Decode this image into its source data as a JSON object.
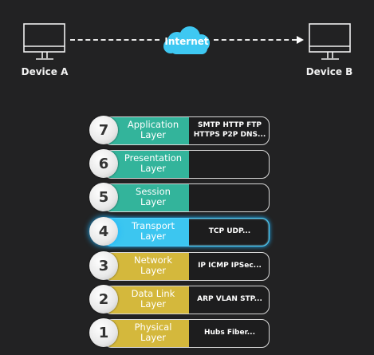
{
  "network": {
    "device_a": "Device A",
    "device_b": "Device B",
    "internet": "Internet"
  },
  "colors": {
    "upper": "#33b49b",
    "transport": "#3cc6f0",
    "lower": "#d4b83c",
    "background": "#222223"
  },
  "layers": [
    {
      "number": "7",
      "name": "Application\nLayer",
      "protocols": "SMTP  HTTP  FTP\nHTTPS  P2P  DNS..."
    },
    {
      "number": "6",
      "name": "Presentation\nLayer",
      "protocols": ""
    },
    {
      "number": "5",
      "name": "Session\nLayer",
      "protocols": ""
    },
    {
      "number": "4",
      "name": "Transport\nLayer",
      "protocols": "TCP UDP..."
    },
    {
      "number": "3",
      "name": "Network\nLayer",
      "protocols": "IP  ICMP  IPSec..."
    },
    {
      "number": "2",
      "name": "Data Link\nLayer",
      "protocols": "ARP  VLAN  STP..."
    },
    {
      "number": "1",
      "name": "Physical\nLayer",
      "protocols": "Hubs Fiber..."
    }
  ]
}
